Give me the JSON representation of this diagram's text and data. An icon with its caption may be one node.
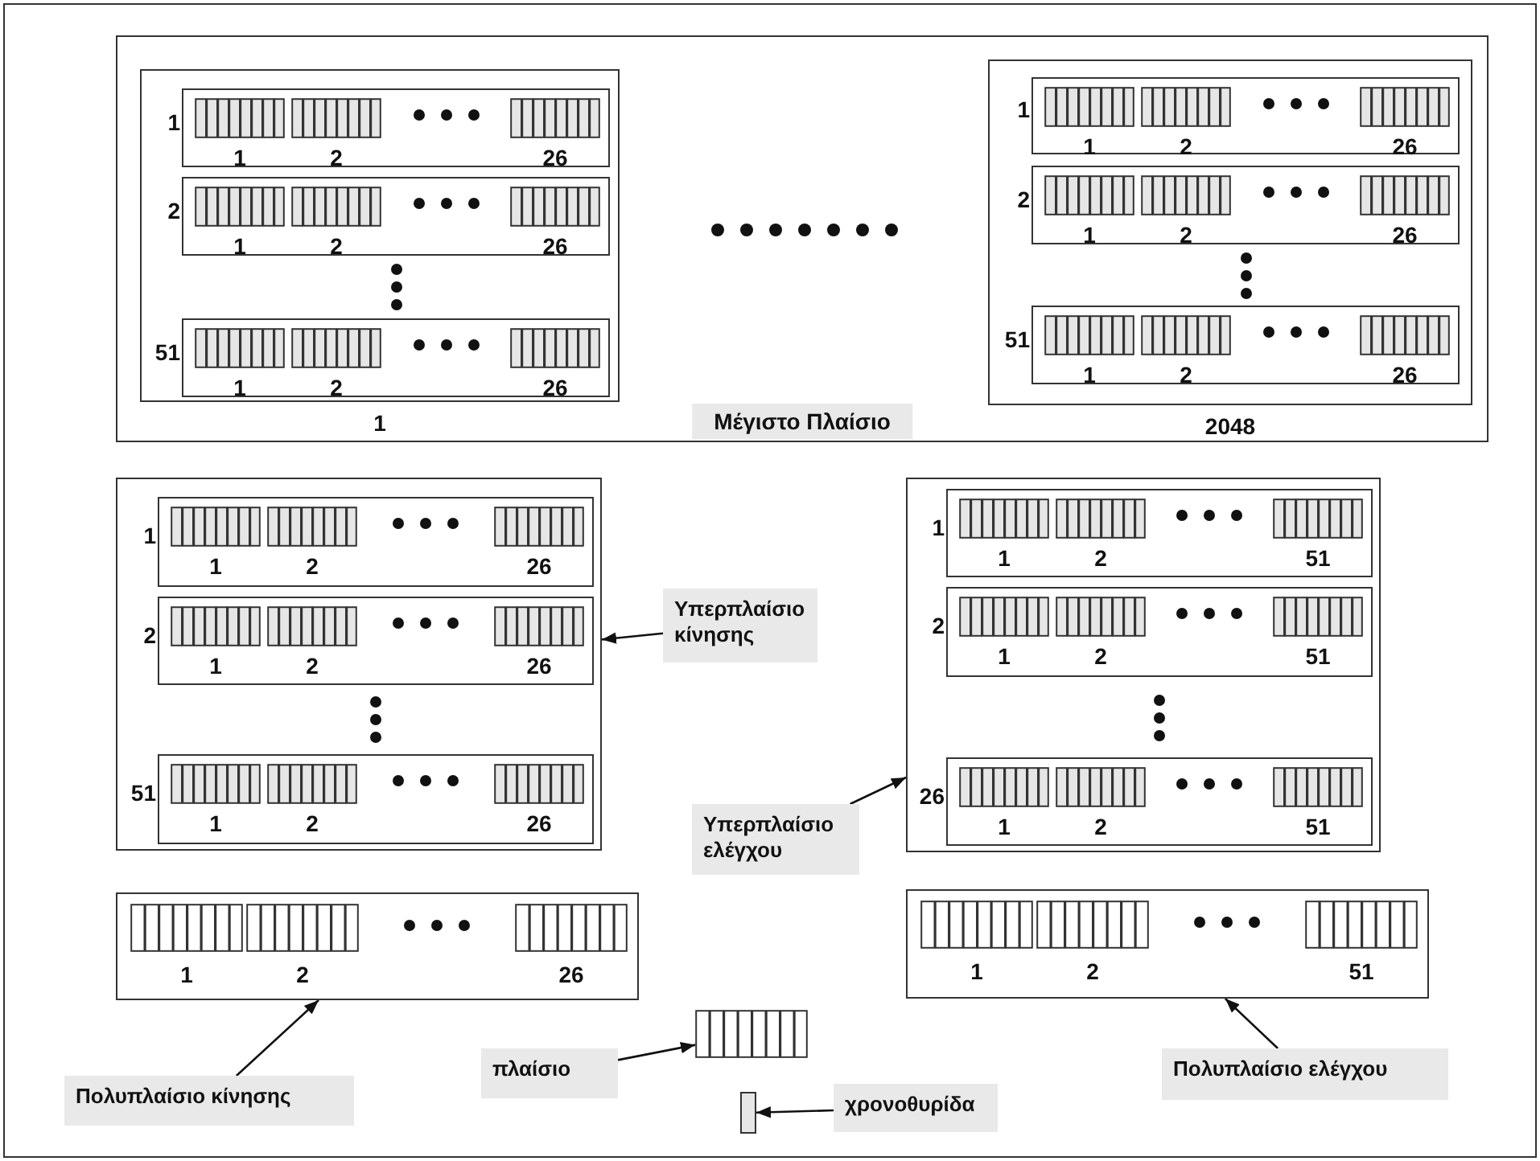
{
  "diagram": {
    "nodes": [
      {
        "text": [
          "Μέγιστο Πλαίσιο"
        ]
      },
      {
        "text": [],
        "shape": "box",
        "in": 0,
        "beside": [
          "1"
        ]
      },
      {
        "text": [],
        "shape": "box",
        "in": 1,
        "beside": [
          "1"
        ]
      },
      {
        "text": [],
        "shape": "box",
        "in": 2,
        "beside": [
          "1"
        ]
      },
      {
        "text": [],
        "shape": "box",
        "in": 2,
        "beside": [
          "2"
        ]
      },
      {
        "text": [],
        "shape": "box",
        "in": 2,
        "beside": [
          "26"
        ]
      },
      {
        "text": [],
        "shape": "box",
        "in": 1,
        "beside": [
          "2"
        ]
      },
      {
        "text": [],
        "shape": "box",
        "in": 6,
        "beside": [
          "1"
        ]
      },
      {
        "text": [],
        "shape": "box",
        "in": 6,
        "beside": [
          "2"
        ]
      },
      {
        "text": [],
        "shape": "box",
        "in": 6,
        "beside": [
          "26"
        ]
      },
      {
        "text": [],
        "shape": "box",
        "in": 1,
        "beside": [
          "51"
        ]
      },
      {
        "text": [],
        "shape": "box",
        "in": 10,
        "beside": [
          "1"
        ]
      },
      {
        "text": [],
        "shape": "box",
        "in": 10,
        "beside": [
          "2"
        ]
      },
      {
        "text": [],
        "shape": "box",
        "in": 10,
        "beside": [
          "26"
        ]
      },
      {
        "text": [],
        "shape": "box",
        "in": 0,
        "beside": [
          "2048"
        ]
      },
      {
        "text": [],
        "shape": "box",
        "in": 14,
        "beside": [
          "1"
        ]
      },
      {
        "text": [],
        "shape": "box",
        "in": 15,
        "beside": [
          "1"
        ]
      },
      {
        "text": [],
        "shape": "box",
        "in": 15,
        "beside": [
          "2"
        ]
      },
      {
        "text": [],
        "shape": "box",
        "in": 15,
        "beside": [
          "26"
        ]
      },
      {
        "text": [],
        "shape": "box",
        "in": 14,
        "beside": [
          "2"
        ]
      },
      {
        "text": [],
        "shape": "box",
        "in": 19,
        "beside": [
          "1"
        ]
      },
      {
        "text": [],
        "shape": "box",
        "in": 19,
        "beside": [
          "2"
        ]
      },
      {
        "text": [],
        "shape": "box",
        "in": 19,
        "beside": [
          "26"
        ]
      },
      {
        "text": [],
        "shape": "box",
        "in": 14,
        "beside": [
          "51"
        ]
      },
      {
        "text": [],
        "shape": "box",
        "in": 23,
        "beside": [
          "1"
        ]
      },
      {
        "text": [],
        "shape": "box",
        "in": 23,
        "beside": [
          "2"
        ]
      },
      {
        "text": [],
        "shape": "box",
        "in": 23,
        "beside": [
          "26"
        ]
      },
      {
        "text": [],
        "shape": "box"
      },
      {
        "text": [],
        "shape": "box",
        "in": 27,
        "beside": [
          "1"
        ]
      },
      {
        "text": [],
        "shape": "box",
        "in": 28,
        "beside": [
          "1"
        ]
      },
      {
        "text": [],
        "shape": "box",
        "in": 28,
        "beside": [
          "2"
        ]
      },
      {
        "text": [],
        "shape": "box",
        "in": 28,
        "beside": [
          "26"
        ]
      },
      {
        "text": [],
        "shape": "box",
        "in": 27,
        "beside": [
          "2"
        ]
      },
      {
        "text": [],
        "shape": "box",
        "in": 32,
        "beside": [
          "1"
        ]
      },
      {
        "text": [],
        "shape": "box",
        "in": 32,
        "beside": [
          "2"
        ]
      },
      {
        "text": [],
        "shape": "box",
        "in": 32,
        "beside": [
          "26"
        ]
      },
      {
        "text": [],
        "shape": "box",
        "in": 27,
        "beside": [
          "51"
        ]
      },
      {
        "text": [],
        "shape": "box",
        "in": 36,
        "beside": [
          "1"
        ]
      },
      {
        "text": [],
        "shape": "box",
        "in": 36,
        "beside": [
          "2"
        ]
      },
      {
        "text": [],
        "shape": "box",
        "in": 36,
        "beside": [
          "26"
        ]
      },
      {
        "text": [
          "Υπερπλαίσιο κίνησης"
        ]
      },
      {
        "text": [],
        "shape": "box"
      },
      {
        "text": [],
        "shape": "box",
        "in": 41,
        "beside": [
          "1"
        ]
      },
      {
        "text": [],
        "shape": "box",
        "in": 42,
        "beside": [
          "1"
        ]
      },
      {
        "text": [],
        "shape": "box",
        "in": 42,
        "beside": [
          "2"
        ]
      },
      {
        "text": [],
        "shape": "box",
        "in": 42,
        "beside": [
          "51"
        ]
      },
      {
        "text": [],
        "shape": "box",
        "in": 41,
        "beside": [
          "2"
        ]
      },
      {
        "text": [],
        "shape": "box",
        "in": 46,
        "beside": [
          "1"
        ]
      },
      {
        "text": [],
        "shape": "box",
        "in": 46,
        "beside": [
          "2"
        ]
      },
      {
        "text": [],
        "shape": "box",
        "in": 46,
        "beside": [
          "51"
        ]
      },
      {
        "text": [],
        "shape": "box",
        "in": 41,
        "beside": [
          "26"
        ]
      },
      {
        "text": [],
        "shape": "box",
        "in": 50,
        "beside": [
          "1"
        ]
      },
      {
        "text": [],
        "shape": "box",
        "in": 50,
        "beside": [
          "2"
        ]
      },
      {
        "text": [],
        "shape": "box",
        "in": 50,
        "beside": [
          "51"
        ]
      },
      {
        "text": [
          "Υπερπλαίσιο ελέγχου"
        ]
      },
      {
        "text": [],
        "shape": "box"
      },
      {
        "text": [],
        "shape": "box",
        "in": 55,
        "beside": [
          "1"
        ]
      },
      {
        "text": [],
        "shape": "box",
        "in": 55,
        "beside": [
          "2"
        ]
      },
      {
        "text": [],
        "shape": "box",
        "in": 55,
        "beside": [
          "26"
        ]
      },
      {
        "text": [],
        "shape": "box"
      },
      {
        "text": [],
        "shape": "box",
        "in": 59,
        "beside": [
          "1"
        ]
      },
      {
        "text": [],
        "shape": "box",
        "in": 59,
        "beside": [
          "2"
        ]
      },
      {
        "text": [],
        "shape": "box",
        "in": 59,
        "beside": [
          "51"
        ]
      },
      {
        "text": [
          "Πολυπλαίσιο κίνησης"
        ]
      },
      {
        "text": [
          "πλαίσιο"
        ]
      },
      {
        "text": [],
        "shape": "box"
      },
      {
        "text": [],
        "shape": "bar"
      },
      {
        "text": [
          "χρονοθυρίδα"
        ]
      },
      {
        "text": [
          "Πολυπλαίσιο ελέγχου"
        ]
      }
    ],
    "edges": [
      {
        "from": 40,
        "to": 27,
        "arrow": "to"
      },
      {
        "from": 54,
        "to": 41,
        "arrow": "to"
      },
      {
        "from": 63,
        "to": 55,
        "arrow": "to"
      },
      {
        "from": 68,
        "to": 59,
        "arrow": "to"
      },
      {
        "from": 64,
        "to": 65,
        "arrow": "to"
      },
      {
        "from": 67,
        "to": 66,
        "arrow": "to"
      }
    ]
  }
}
